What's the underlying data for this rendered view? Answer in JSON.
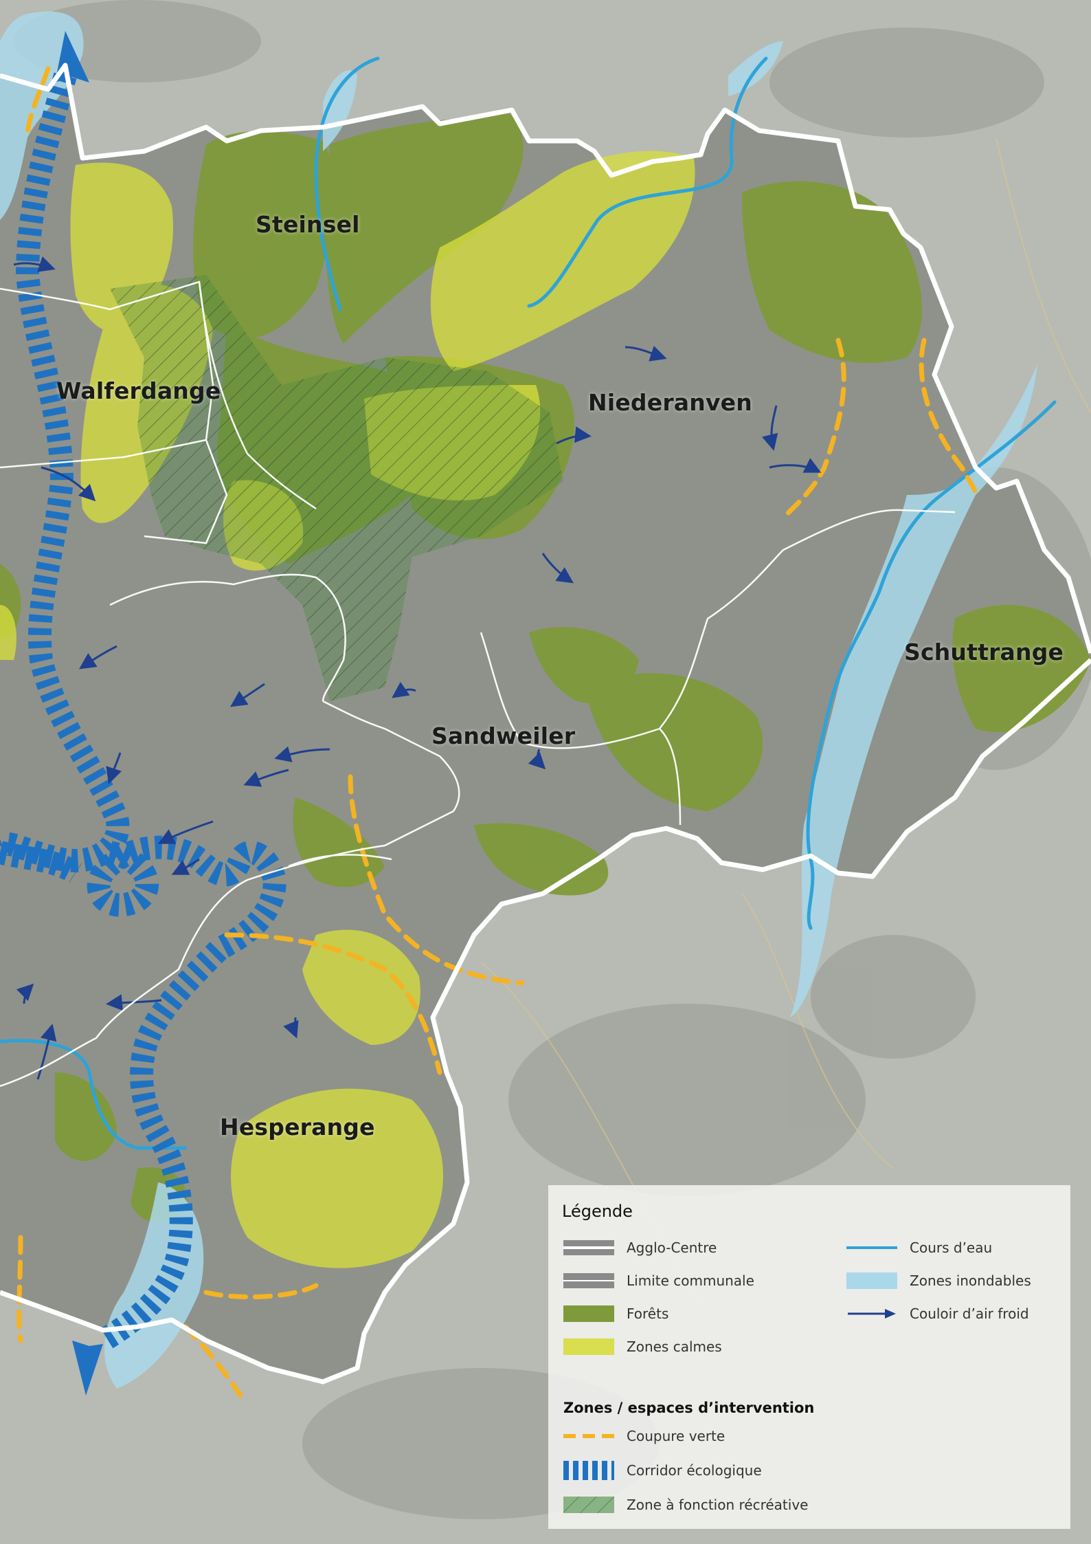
{
  "places": [
    {
      "name": "Steinsel"
    },
    {
      "name": "Walferdange"
    },
    {
      "name": "Niederanven"
    },
    {
      "name": "Schuttrange"
    },
    {
      "name": "Sandweiler"
    },
    {
      "name": "Hesperange"
    }
  ],
  "legend": {
    "title": "Légende",
    "items": [
      {
        "label": "Agglo-Centre"
      },
      {
        "label": "Limite communale"
      },
      {
        "label": "Forêts",
        "color": "#7f9a3a"
      },
      {
        "label": "Zones calmes",
        "color": "#d6dd3d"
      },
      {
        "label": "Cours d’eau",
        "color": "#2ea3d8"
      },
      {
        "label": "Zones inondables",
        "color": "#a9d8ea"
      },
      {
        "label": "Couloir d’air froid",
        "color": "#1f3f8f"
      }
    ],
    "intervention_title": "Zones / espaces d’intervention",
    "intervention_items": [
      {
        "label": "Coupure verte",
        "color": "#f4b323"
      },
      {
        "label": "Corridor écologique",
        "color": "#1f72c2"
      },
      {
        "label": "Zone à fonction récréative",
        "color": "#5f9a5a"
      }
    ]
  }
}
